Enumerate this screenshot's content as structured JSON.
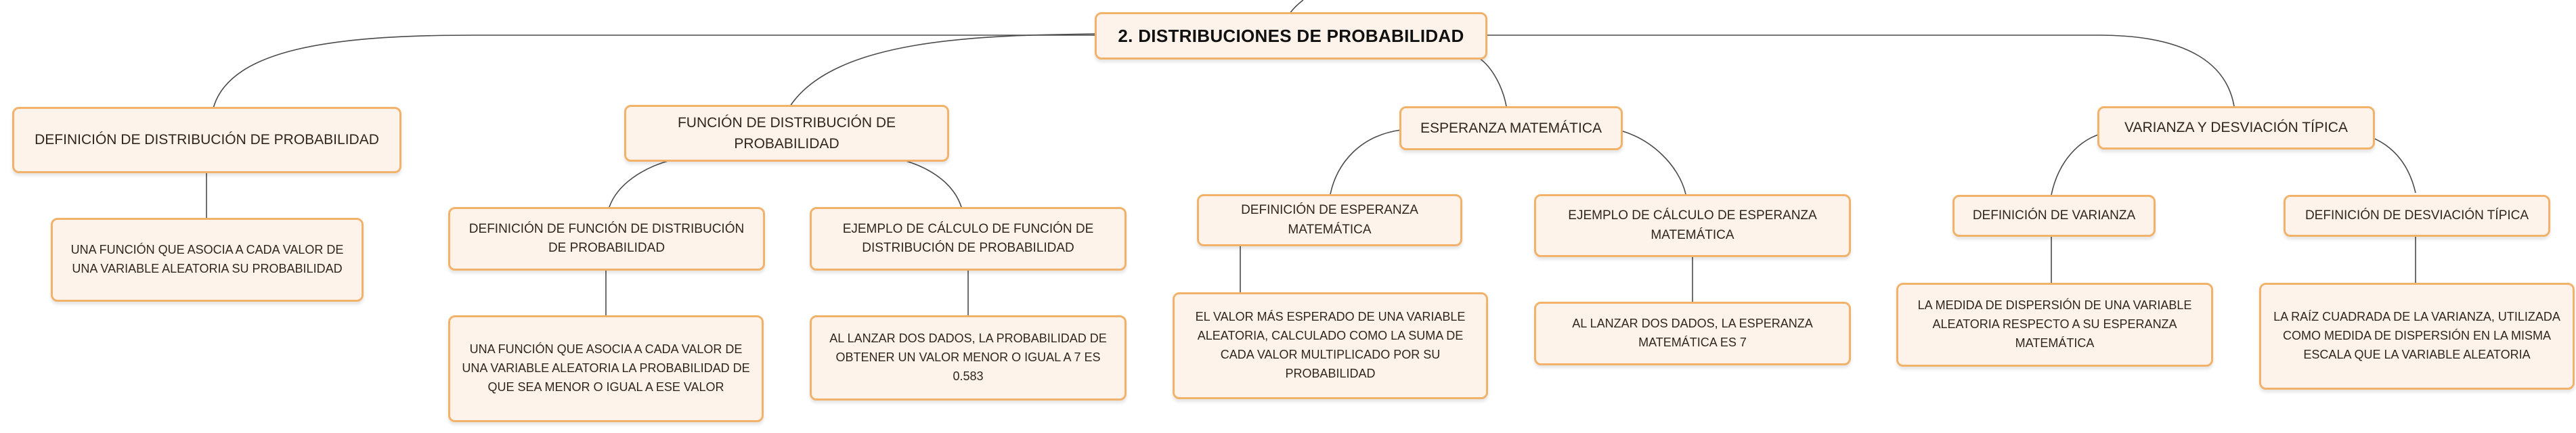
{
  "map": {
    "root": "2. DISTRIBUCIONES DE PROBABILIDAD",
    "branch1": {
      "title": "DEFINICIÓN DE DISTRIBUCIÓN DE PROBABILIDAD",
      "leaf": "UNA FUNCIÓN QUE ASOCIA A CADA VALOR DE UNA VARIABLE ALEATORIA SU PROBABILIDAD"
    },
    "branch2": {
      "title": "FUNCIÓN DE DISTRIBUCIÓN DE PROBABILIDAD",
      "child1": {
        "title": "DEFINICIÓN DE FUNCIÓN DE DISTRIBUCIÓN DE PROBABILIDAD",
        "leaf": "UNA FUNCIÓN QUE ASOCIA A CADA VALOR DE UNA VARIABLE ALEATORIA LA PROBABILIDAD DE QUE SEA MENOR O IGUAL A ESE VALOR"
      },
      "child2": {
        "title": "EJEMPLO DE CÁLCULO DE FUNCIÓN DE DISTRIBUCIÓN DE PROBABILIDAD",
        "leaf": "AL LANZAR DOS DADOS, LA PROBABILIDAD DE OBTENER UN VALOR MENOR O IGUAL A 7 ES 0.583"
      }
    },
    "branch3": {
      "title": "ESPERANZA MATEMÁTICA",
      "child1": {
        "title": "DEFINICIÓN DE ESPERANZA MATEMÁTICA",
        "leaf": "EL VALOR MÁS ESPERADO DE UNA VARIABLE ALEATORIA, CALCULADO COMO LA SUMA DE CADA VALOR MULTIPLICADO POR SU PROBABILIDAD"
      },
      "child2": {
        "title": "EJEMPLO DE CÁLCULO DE ESPERANZA MATEMÁTICA",
        "leaf": "AL LANZAR DOS DADOS, LA ESPERANZA MATEMÁTICA ES 7"
      }
    },
    "branch4": {
      "title": "VARIANZA Y DESVIACIÓN TÍPICA",
      "child1": {
        "title": "DEFINICIÓN DE VARIANZA",
        "leaf": "LA MEDIDA DE DISPERSIÓN DE UNA VARIABLE ALEATORIA RESPECTO A SU ESPERANZA MATEMÁTICA"
      },
      "child2": {
        "title": "DEFINICIÓN DE DESVIACIÓN TÍPICA",
        "leaf": "LA RAÍZ CUADRADA DE LA VARIANZA, UTILIZADA COMO MEDIDA DE DISPERSIÓN EN LA MISMA ESCALA QUE LA VARIABLE ALEATORIA"
      }
    }
  }
}
